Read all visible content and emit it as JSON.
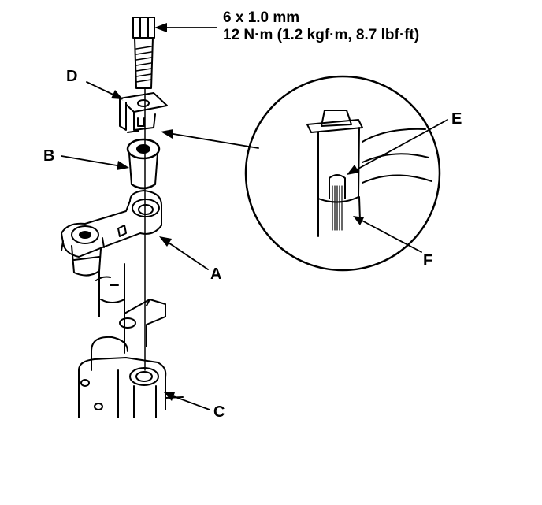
{
  "torque_spec": {
    "line1": "6 x 1.0 mm",
    "line2": "12 N·m (1.2 kgf·m, 8.7 lbf·ft)"
  },
  "callouts": {
    "a": "A",
    "b": "B",
    "c": "C",
    "d": "D",
    "e": "E",
    "f": "F"
  },
  "colors": {
    "ink": "#000000",
    "paper": "#ffffff"
  }
}
